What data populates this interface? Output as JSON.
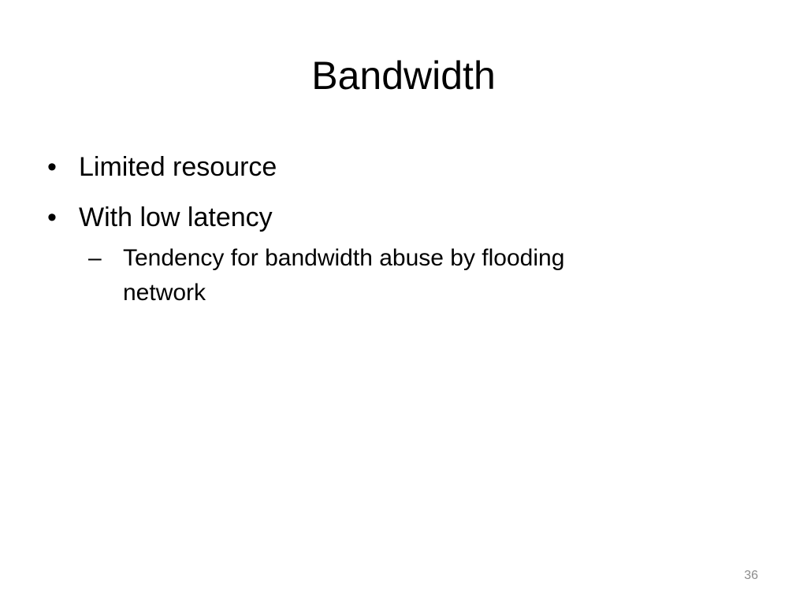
{
  "slide": {
    "title": "Bandwidth",
    "bullets": [
      {
        "marker": "•",
        "text": "Limited resource"
      },
      {
        "marker": "•",
        "text": "With low latency"
      }
    ],
    "sub_bullets": [
      {
        "marker": "–",
        "text": "Tendency for bandwidth abuse by flooding network"
      }
    ],
    "page_number": "36"
  }
}
